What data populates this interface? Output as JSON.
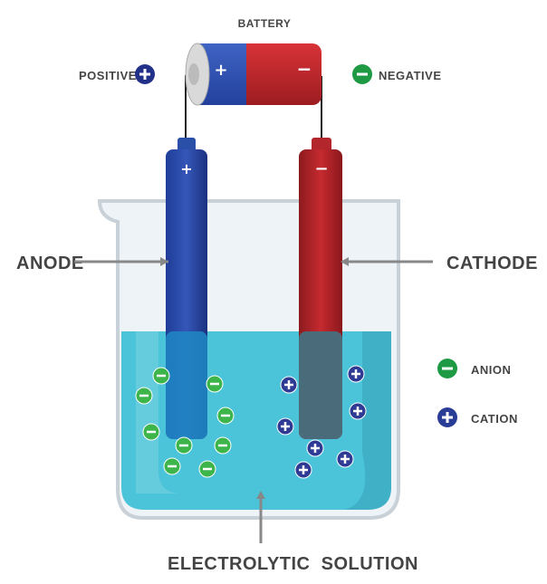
{
  "title": "BATTERY",
  "labels": {
    "positive": "POSITIVE",
    "negative": "NEGATIVE",
    "anode": "ANODE",
    "cathode": "CATHODE",
    "solution": "ELECTROLYTIC  SOLUTION"
  },
  "legend": [
    {
      "label": "ANION",
      "sign": "−",
      "color": "#1e9a45"
    },
    {
      "label": "CATION",
      "sign": "+",
      "color": "#2a3d96"
    }
  ],
  "battery": {
    "plus": "+",
    "minus": "−"
  },
  "electrodes": {
    "anode_sign": "+",
    "cathode_sign": "−"
  },
  "colors": {
    "anion": "#3db54a",
    "cation": "#2f3a94",
    "liquid": "#4bc3d8",
    "anode": "#2a4fa8",
    "cathode": "#b3262b"
  }
}
